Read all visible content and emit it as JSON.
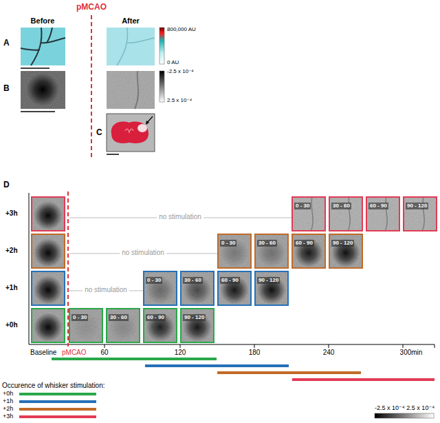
{
  "diagram": {
    "nodes": [
      {
        "text": [
          "0 - 30"
        ]
      },
      {
        "text": [
          "30 - 60"
        ]
      },
      {
        "text": [
          "60 - 90"
        ]
      },
      {
        "text": [
          "90 - 120"
        ]
      },
      {
        "text": [
          "0 - 30"
        ]
      },
      {
        "text": [
          "30 - 60"
        ]
      },
      {
        "text": [
          "60 - 90"
        ]
      },
      {
        "text": [
          "90 - 120"
        ]
      },
      {
        "text": [
          "0 - 30"
        ]
      },
      {
        "text": [
          "30 - 60"
        ]
      },
      {
        "text": [
          "60 - 90"
        ]
      },
      {
        "text": [
          "90 - 120"
        ]
      },
      {
        "text": [
          "0 - 30"
        ]
      },
      {
        "text": [
          "30 - 60"
        ]
      },
      {
        "text": [
          "60 - 90"
        ]
      },
      {
        "text": [
          "90 - 120"
        ]
      }
    ],
    "labels": [
      "pMCAO",
      "Before",
      "After",
      "A",
      "800,000 AU",
      "0 AU",
      "B",
      "-2.5 x 10⁻⁴",
      "2.5 x 10⁻⁴",
      "C",
      "D",
      "+3h",
      "+2h",
      "+1h",
      "+0h",
      "no stimulation",
      "no stimulation",
      "no stimulation",
      "Baseline",
      "pMCAO",
      "60",
      "120",
      "180",
      "240",
      "300min",
      "Occurence of whisker stimulation:",
      "-2.5 x 10⁻⁴",
      "2.5 x 10⁻⁴"
    ],
    "legend": [
      {
        "text": "+0h",
        "color": "#2aa84a"
      },
      {
        "text": "+1h",
        "color": "#2570b8"
      },
      {
        "text": "+2h",
        "color": "#c06a28"
      },
      {
        "text": "+3h",
        "color": "#e23a55"
      }
    ]
  }
}
